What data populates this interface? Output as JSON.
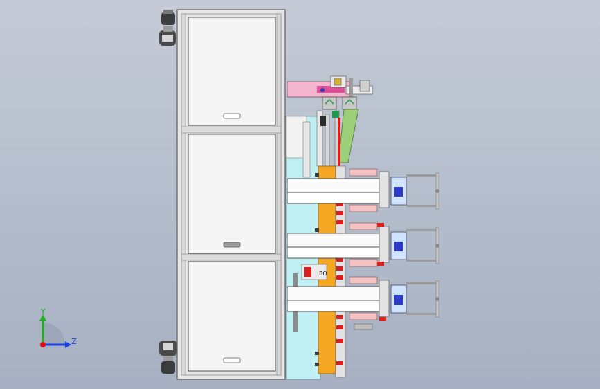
{
  "triad": {
    "y_label": "Y",
    "z_label": "Z",
    "y_color": "#20b020",
    "z_color": "#1f3fe0",
    "x_color": "#e01010"
  },
  "panel_badge": "BO",
  "colors": {
    "frame": "#e7e7e7",
    "frame_line": "#6a6a6a",
    "cabinet": "#f4f4f4",
    "plate": "#bfeef3",
    "orange": "#f5a623",
    "pink": "#f4b6cf",
    "magenta": "#e0509a",
    "olive": "#9ccf7a",
    "blue_block": "#2d3cc8",
    "red": "#d8201c",
    "rubber": "#5a5a5a"
  }
}
